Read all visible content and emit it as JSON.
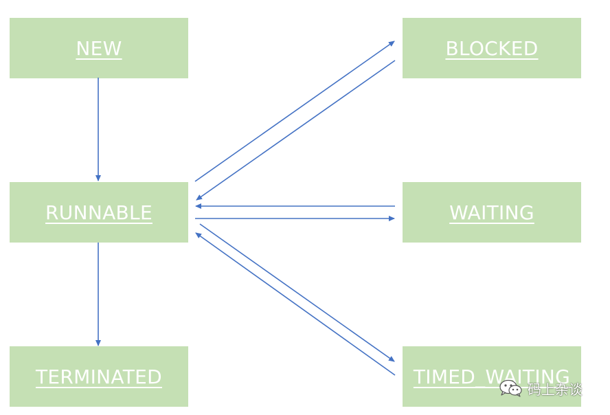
{
  "colors": {
    "box_fill": "#c5e0b4",
    "label_text": "#ffffff",
    "arrow": "#4472c4"
  },
  "states": {
    "new": "NEW",
    "runnable": "RUNNABLE",
    "terminated": "TERMINATED",
    "blocked": "BLOCKED",
    "waiting": "WAITING",
    "timed_waiting": "TIMED_WAITING"
  },
  "edges": [
    {
      "from": "NEW",
      "to": "RUNNABLE"
    },
    {
      "from": "RUNNABLE",
      "to": "TERMINATED"
    },
    {
      "from": "RUNNABLE",
      "to": "BLOCKED"
    },
    {
      "from": "BLOCKED",
      "to": "RUNNABLE"
    },
    {
      "from": "RUNNABLE",
      "to": "WAITING"
    },
    {
      "from": "WAITING",
      "to": "RUNNABLE"
    },
    {
      "from": "RUNNABLE",
      "to": "TIMED_WAITING"
    },
    {
      "from": "TIMED_WAITING",
      "to": "RUNNABLE"
    }
  ],
  "watermark": {
    "icon": "wechat-icon",
    "text": "码上杂谈"
  }
}
